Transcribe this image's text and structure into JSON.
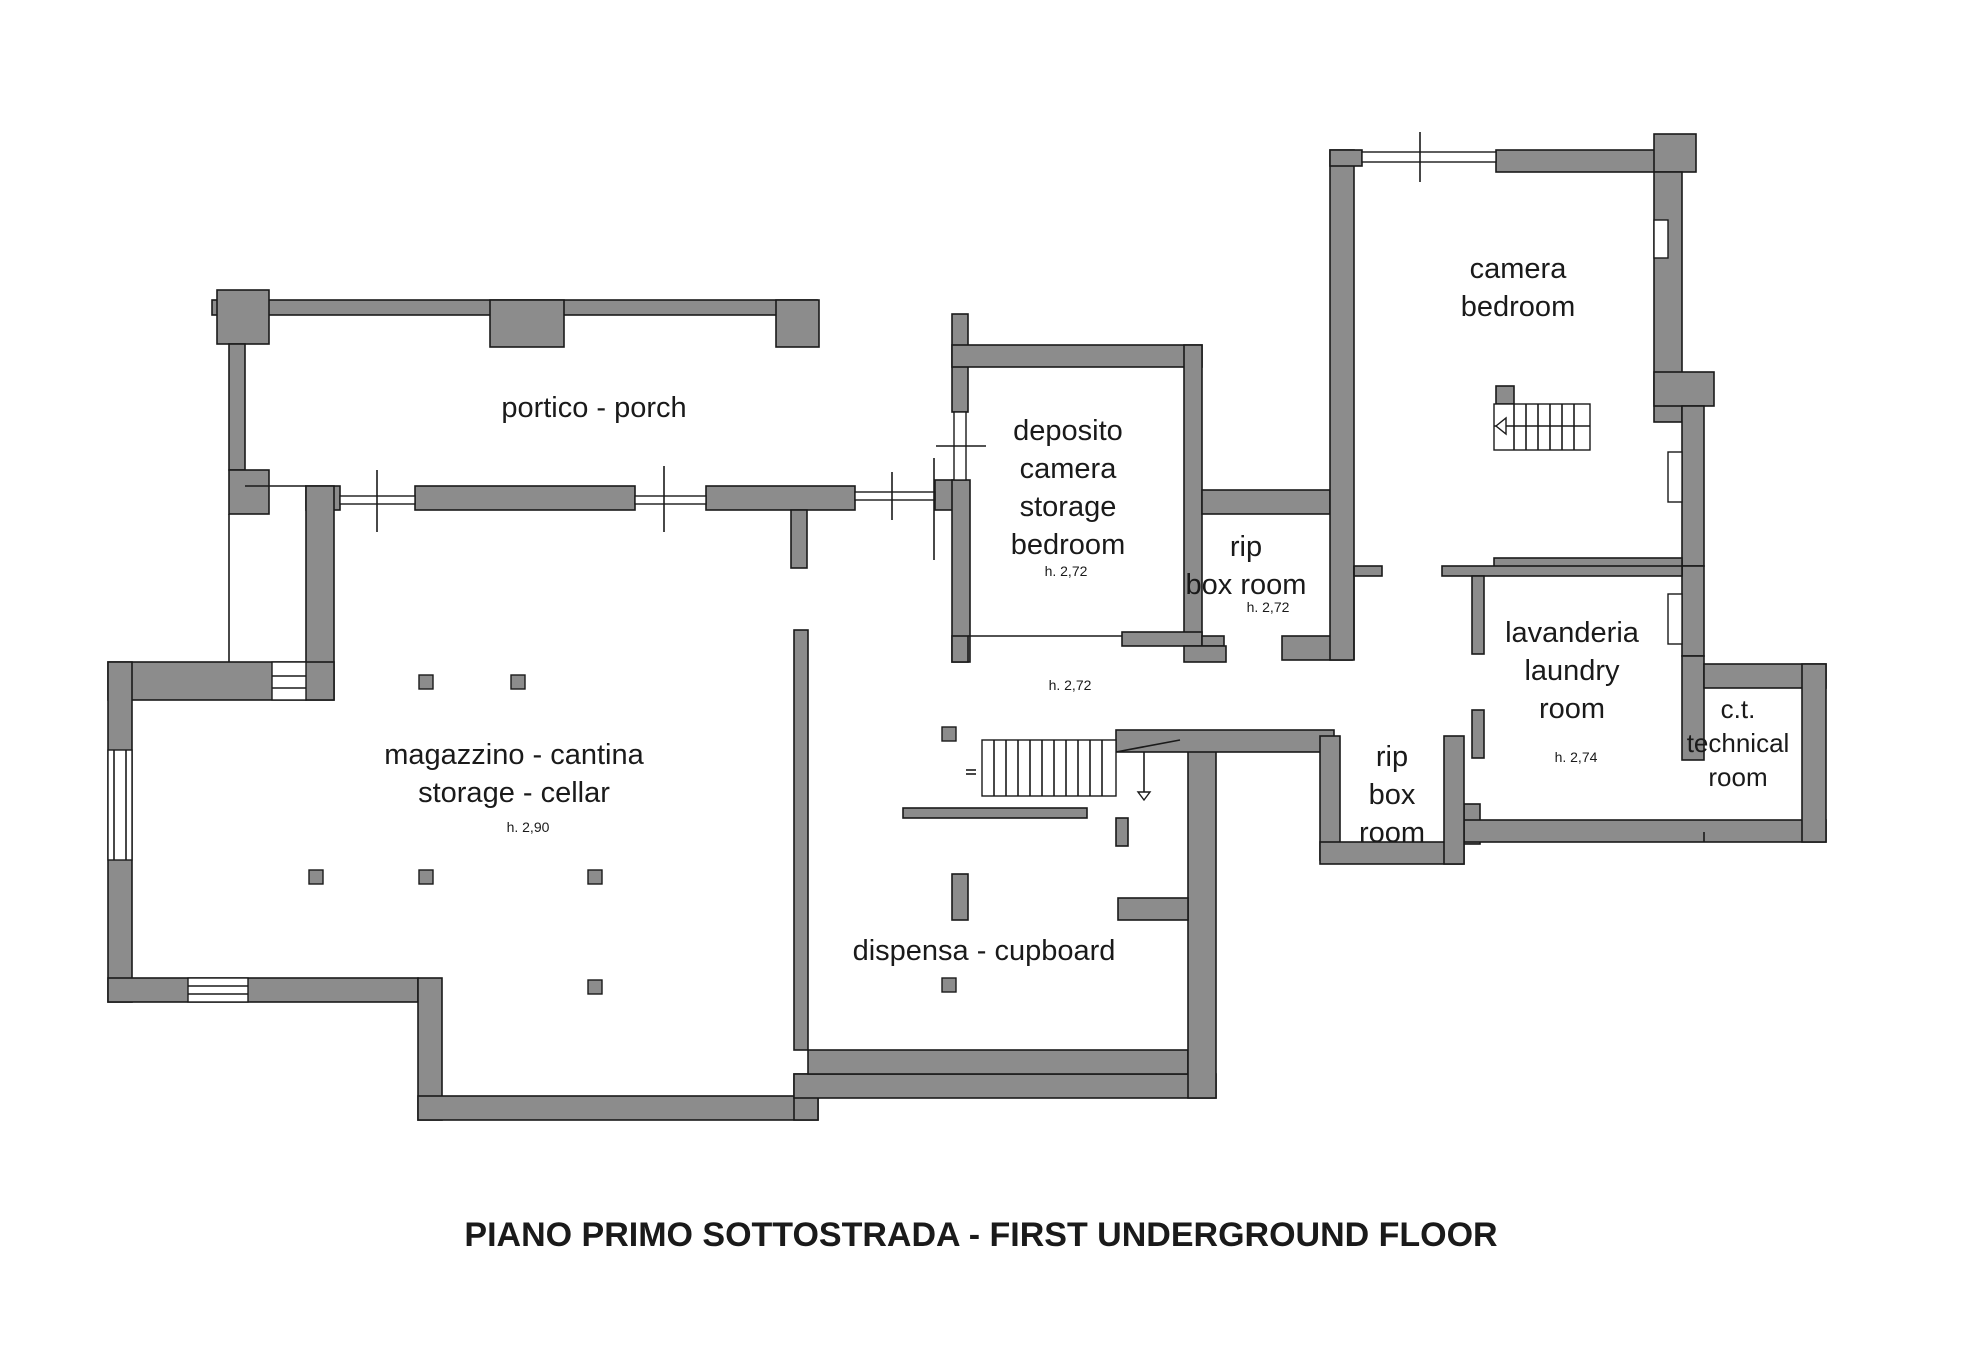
{
  "title": "PIANO PRIMO SOTTOSTRADA - FIRST UNDERGROUND FLOOR",
  "rooms": {
    "portico": {
      "lines": [
        "portico - porch"
      ]
    },
    "deposito": {
      "lines": [
        "deposito",
        "camera",
        "storage",
        "bedroom"
      ],
      "height": "h. 2,72"
    },
    "rip_box_upper": {
      "lines": [
        "rip",
        "box room"
      ],
      "height": "h. 2,72"
    },
    "camera": {
      "lines": [
        "camera",
        "bedroom"
      ]
    },
    "corridor": {
      "height": "h. 2,72"
    },
    "lavanderia": {
      "lines": [
        "lavanderia",
        "laundry",
        "room"
      ],
      "height": "h. 2,74"
    },
    "ct": {
      "lines": [
        "c.t.",
        "technical",
        "room"
      ]
    },
    "rip_box_lower": {
      "lines": [
        "rip",
        "box",
        "room"
      ]
    },
    "magazzino": {
      "lines": [
        "magazzino - cantina",
        "storage - cellar"
      ],
      "height": "h. 2,90"
    },
    "dispensa": {
      "lines": [
        "dispensa - cupboard"
      ]
    }
  },
  "colors": {
    "wall": "#8c8c8c",
    "line": "#1a1a1a",
    "background": "#ffffff"
  }
}
